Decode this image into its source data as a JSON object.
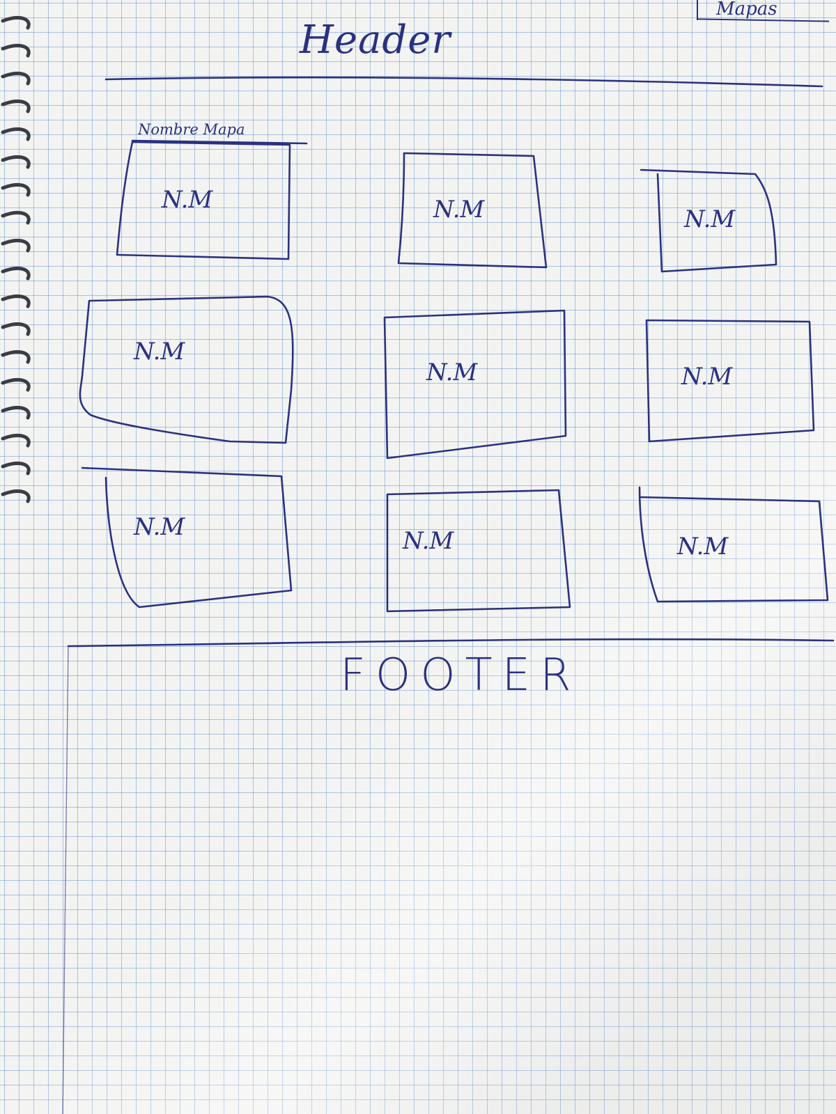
{
  "header": {
    "title": "Header",
    "nav_tag": "Mapas"
  },
  "grid": {
    "first_card_caption": "Nombre Mapa",
    "cards": [
      {
        "label": "N.M"
      },
      {
        "label": "N.M"
      },
      {
        "label": "N.M"
      },
      {
        "label": "N.M"
      },
      {
        "label": "N.M"
      },
      {
        "label": "N.M"
      },
      {
        "label": "N.M"
      },
      {
        "label": "N.M"
      },
      {
        "label": "N.M"
      }
    ]
  },
  "footer": {
    "title": "FOOTER"
  },
  "colors": {
    "ink": "#2b3180",
    "paper": "#f3f4f2",
    "grid_line": "#6e96cd"
  }
}
